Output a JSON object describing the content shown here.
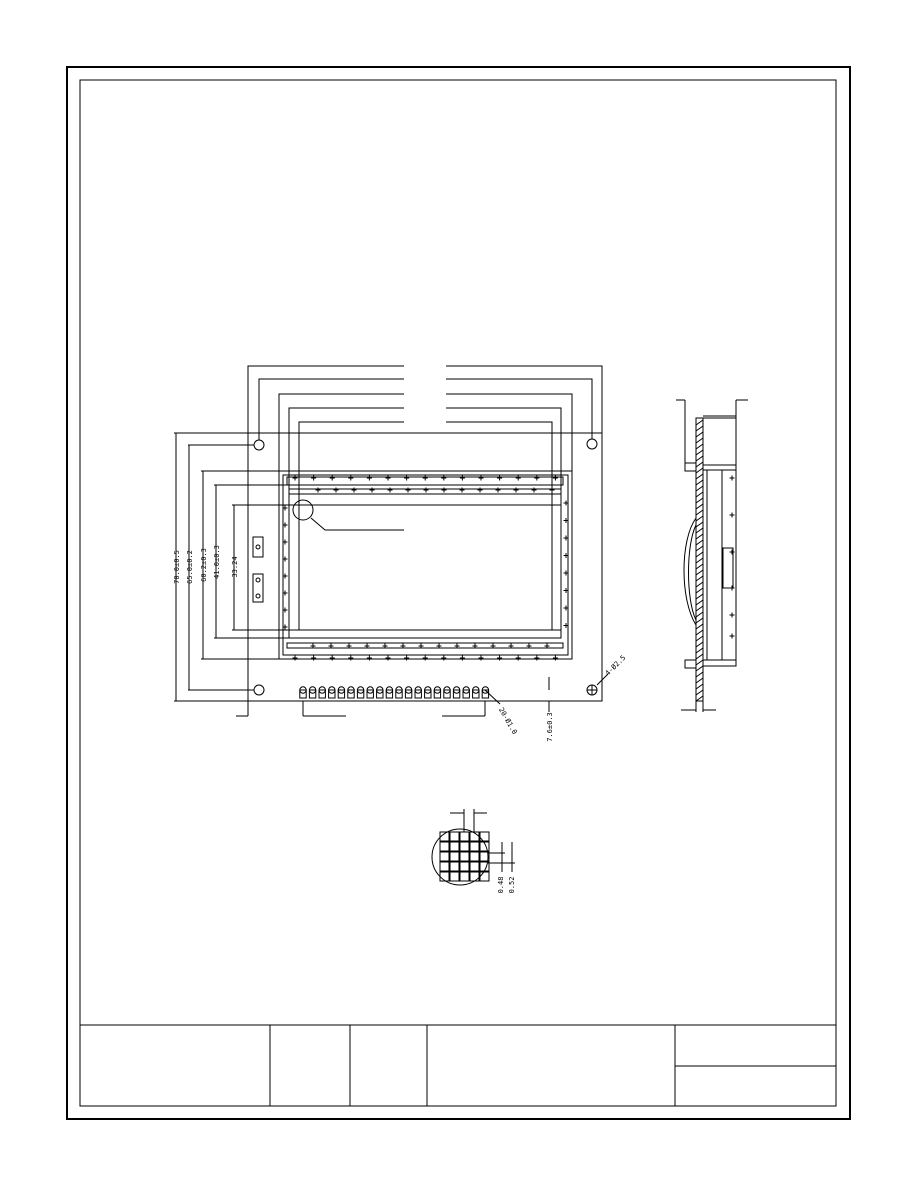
{
  "drawing": {
    "front_view": {
      "dim_overall_height": "70.0±0.5",
      "dim_bezel_height": "65.0±0.2",
      "dim_viewing_height": "60.2±0.3",
      "dim_active_height": "41.0±0.3",
      "dim_inner_height": "33.24",
      "dim_hole": "4-Ø2.5",
      "dim_pin_pitch": "20-Ø1.0",
      "dim_pin_offset": "7.6±0.3"
    },
    "pixel_detail": {
      "dim_dot": "0.48",
      "dim_pitch": "0.52"
    }
  },
  "colors": {
    "line": "#000000",
    "background": "#ffffff"
  }
}
